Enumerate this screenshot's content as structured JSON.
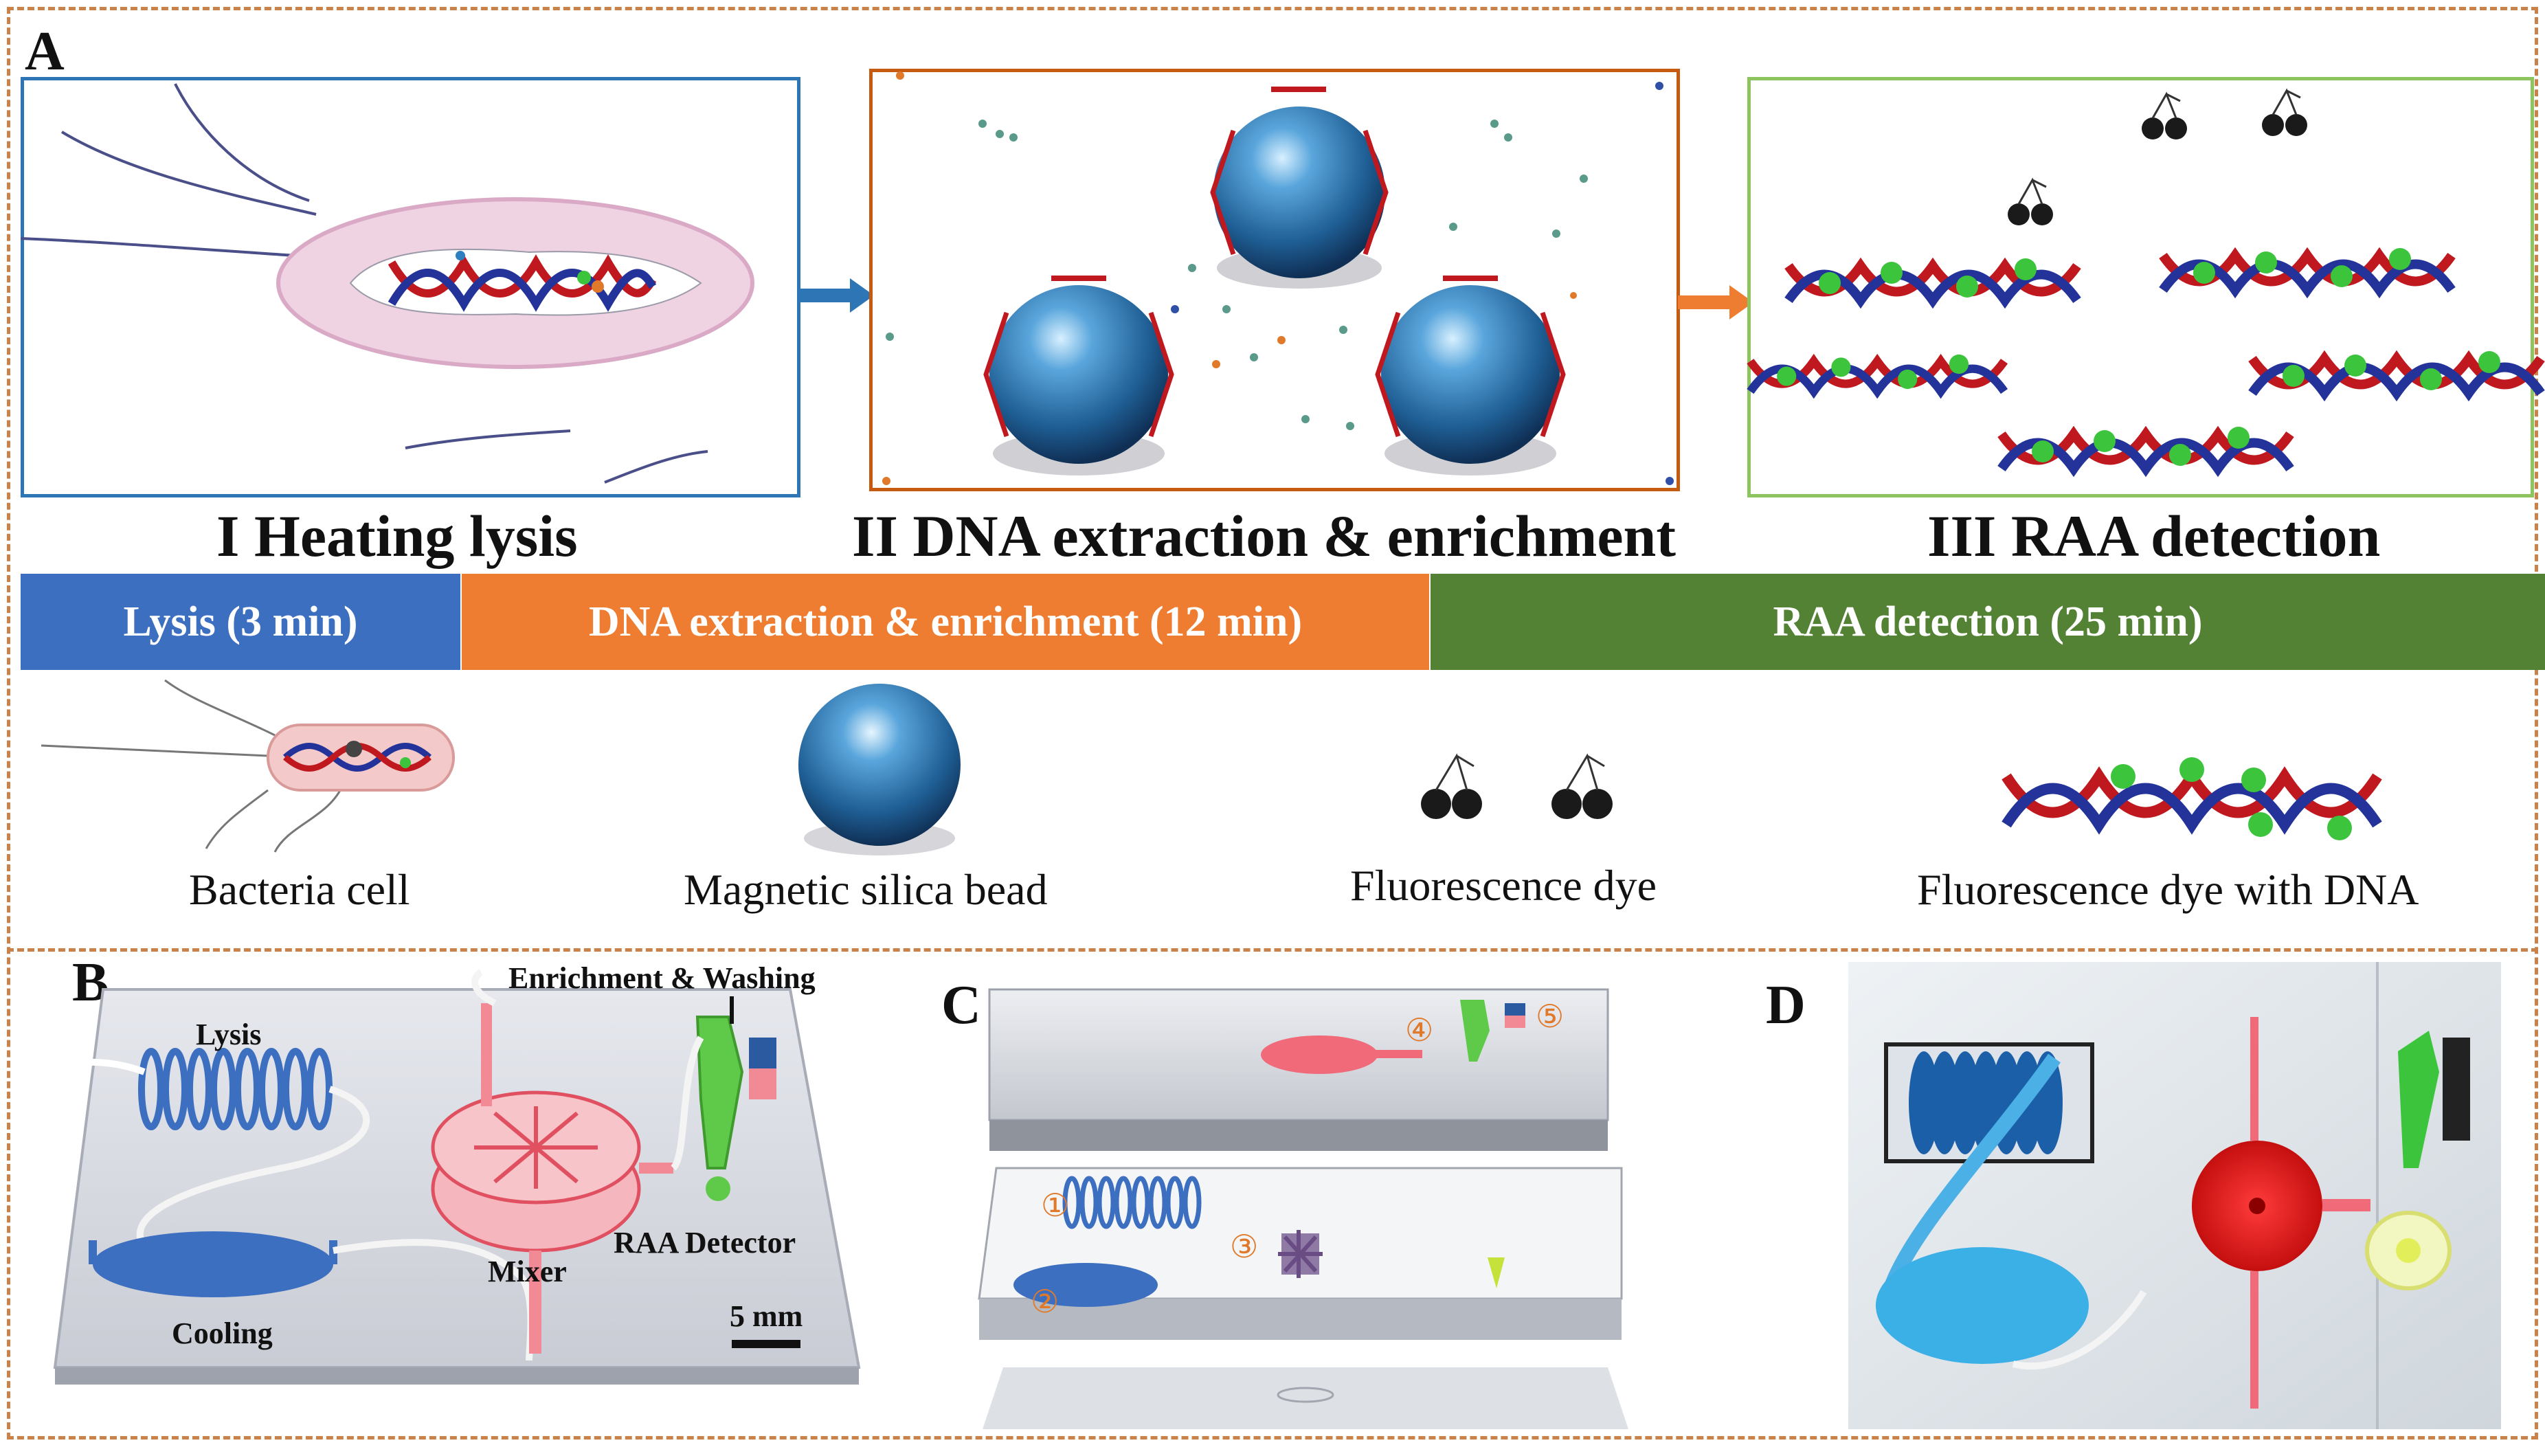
{
  "colors": {
    "outer_border": "#c8824a",
    "lysis_blue": "#3d6fc0",
    "extraction_orange": "#ee7d31",
    "raa_green": "#548235",
    "frame_lysis": "#2e75b6",
    "frame_extraction": "#c55a11",
    "frame_raa": "#8cc45e",
    "dna_red": "#c0181f",
    "dna_blue": "#23339a",
    "dye_green": "#3cc43c",
    "bead_blue": "#2e7fbf"
  },
  "panels": {
    "A": "A",
    "B": "B",
    "C": "C",
    "D": "D"
  },
  "stages": [
    {
      "title": "I Heating lysis"
    },
    {
      "title": "II DNA extraction & enrichment"
    },
    {
      "title": "III RAA detection"
    }
  ],
  "timeline": [
    {
      "label": "Lysis (3 min)"
    },
    {
      "label": "DNA extraction & enrichment  (12 min)"
    },
    {
      "label": "RAA detection (25 min)"
    }
  ],
  "legend": [
    {
      "label": "Bacteria cell",
      "icon": "bacteria-icon"
    },
    {
      "label": "Magnetic silica bead",
      "icon": "bead-icon"
    },
    {
      "label": "Fluorescence dye",
      "icon": "dye-icon"
    },
    {
      "label": "Fluorescence dye with DNA",
      "icon": "dna-dye-icon"
    }
  ],
  "chip_b": {
    "lysis": "Lysis",
    "enrichment_washing": "Enrichment & Washing",
    "mixer": "Mixer",
    "raa_detector": "RAA Detector",
    "cooling": "Cooling",
    "scale": "5 mm"
  },
  "chip_c": {
    "markers": [
      "①",
      "②",
      "③",
      "④",
      "⑤"
    ]
  }
}
